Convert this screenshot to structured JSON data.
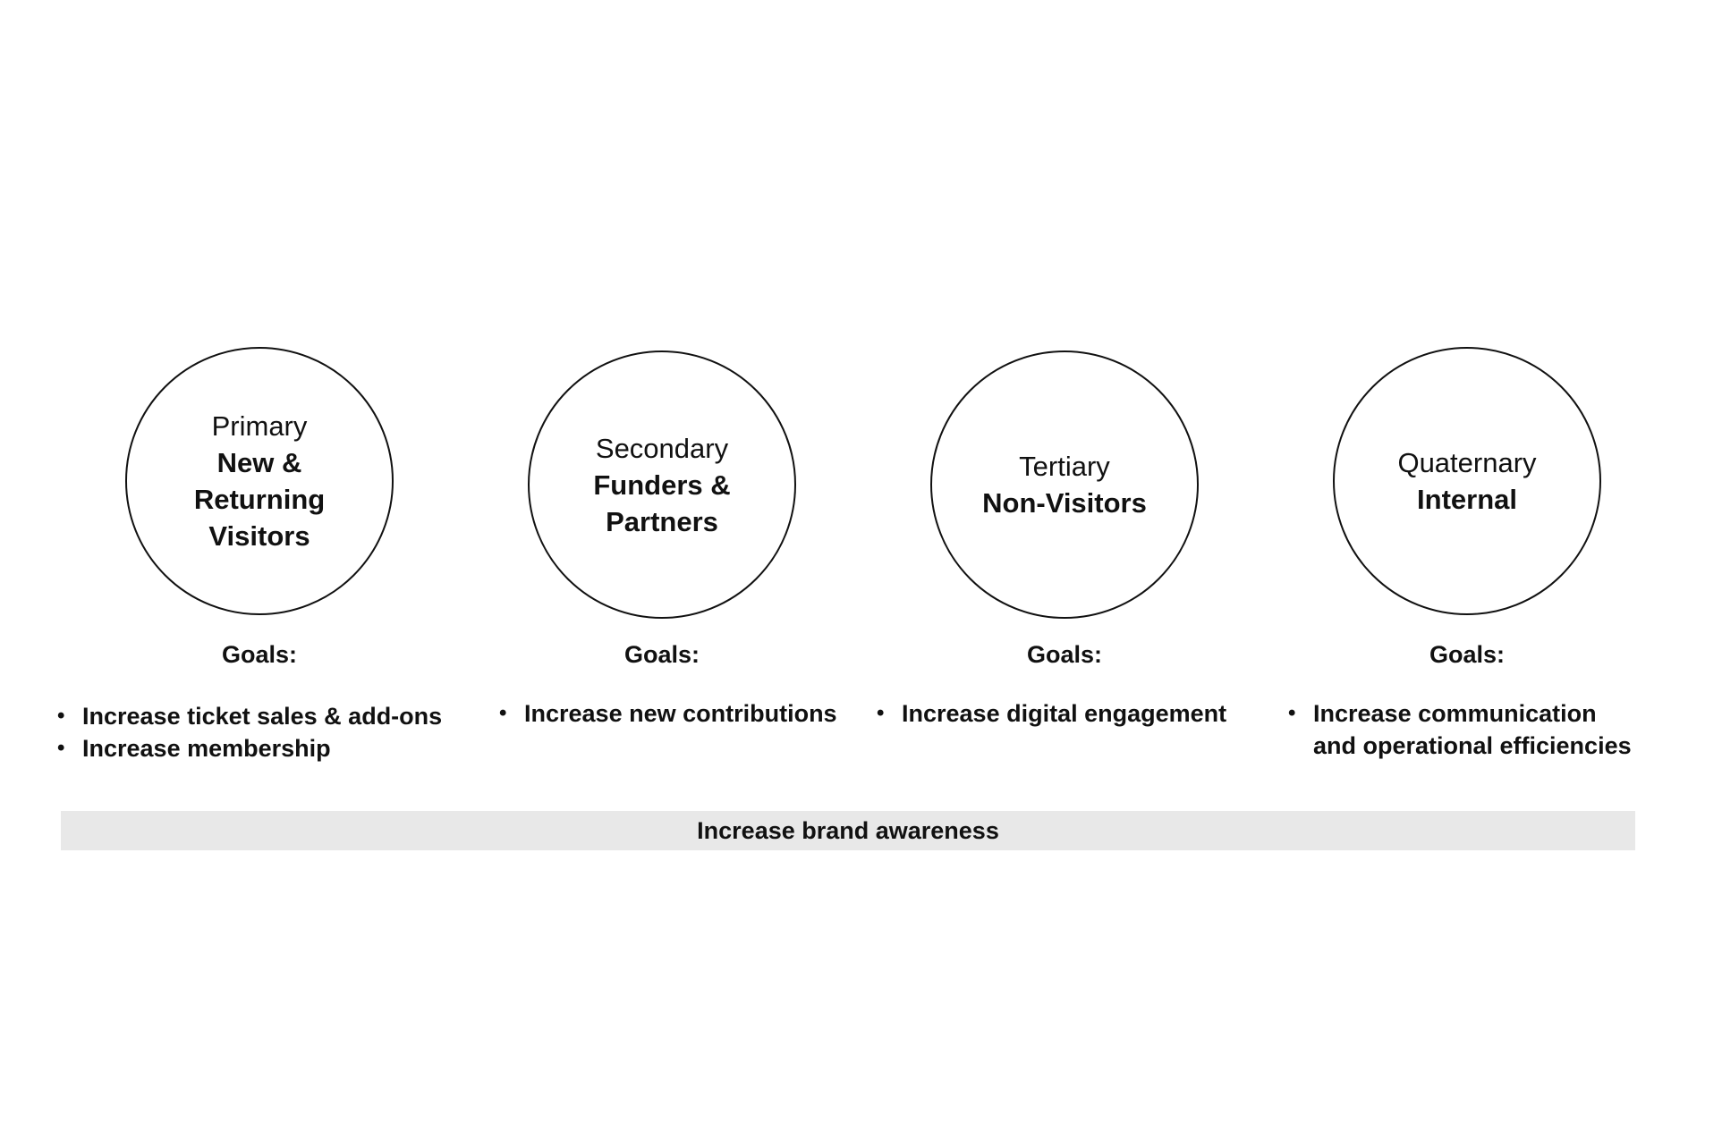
{
  "audiences": [
    {
      "tier": "Primary",
      "name": "New &\nReturning\nVisitors",
      "goals_heading": "Goals:",
      "goals": [
        "Increase ticket sales & add-ons",
        "Increase membership"
      ]
    },
    {
      "tier": "Secondary",
      "name": "Funders &\nPartners",
      "goals_heading": "Goals:",
      "goals": [
        "Increase new contributions"
      ]
    },
    {
      "tier": "Tertiary",
      "name": "Non-Visitors",
      "goals_heading": "Goals:",
      "goals": [
        "Increase digital engagement"
      ]
    },
    {
      "tier": "Quaternary",
      "name": "Internal",
      "goals_heading": "Goals:",
      "goals": [
        "Increase communication\nand operational efficiencies"
      ]
    }
  ],
  "shared_goal": "Increase brand awareness"
}
